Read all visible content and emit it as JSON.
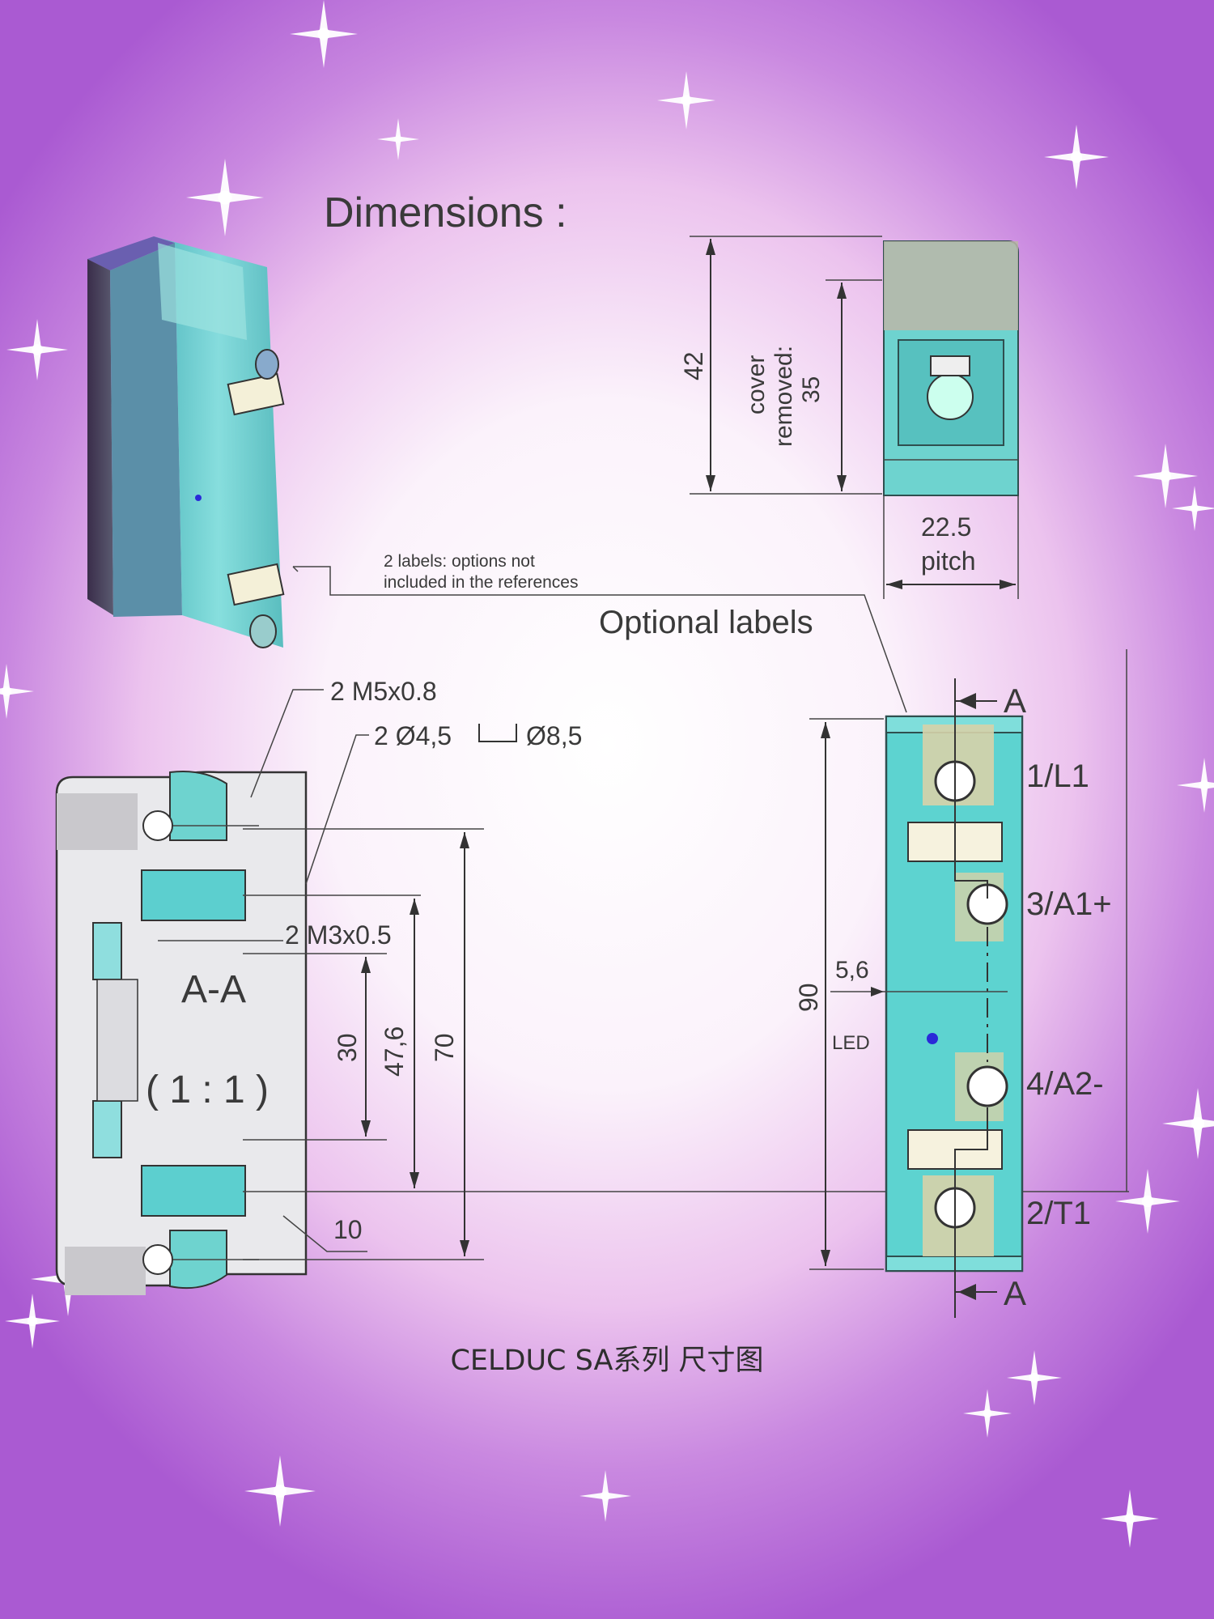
{
  "title": "Dimensions :",
  "dimensions": {
    "height_total": "42",
    "height_cover_removed_l1": "cover",
    "height_cover_removed_l2": "removed:",
    "height_cover_removed_l3": "35",
    "pitch_value": "22.5",
    "pitch_label": "pitch",
    "front_height": "90",
    "led_offset": "5,6",
    "led_label": "LED",
    "section_70": "70",
    "section_47_6": "47,6",
    "section_30": "30",
    "section_10": "10"
  },
  "notes": {
    "labels_note_l1": "2 labels: options not",
    "labels_note_l2": "included  in the references",
    "optional_labels": "Optional labels",
    "screw_m5": "2 M5x0.8",
    "hole_spec": "2 Ø4,5",
    "counterbore": "Ø8,5",
    "screw_m3": "2 M3x0.5",
    "section_name": "A-A",
    "section_scale": "( 1 : 1 )",
    "section_marker_top": "A",
    "section_marker_bottom": "A"
  },
  "terminals": [
    "1/L1",
    "3/A1+",
    "4/A2-",
    "2/T1"
  ],
  "caption": "CELDUC  SA系列 尺寸图",
  "colors": {
    "housing_teal": "#5fcfcf",
    "led_blue": "#2a2ad8",
    "frame_purple": "#aa5ad2"
  }
}
